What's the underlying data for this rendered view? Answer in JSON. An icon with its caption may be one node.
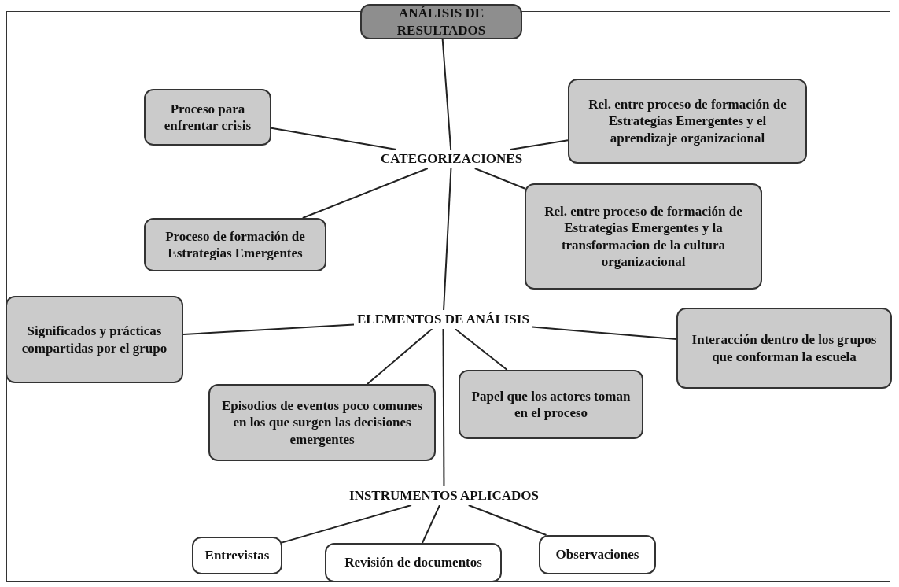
{
  "diagram": {
    "nodes": [
      {
        "text": [
          "ANÁLISIS DE RESULTADOS"
        ]
      },
      {
        "text": [
          "CATEGORIZACIONES"
        ]
      },
      {
        "text": [
          "Proceso para enfrentar crisis"
        ]
      },
      {
        "text": [
          "Rel. entre proceso de formación de Estrategias Emergentes y el aprendizaje organizacional"
        ]
      },
      {
        "text": [
          "Proceso de formación de Estrategias Emergentes"
        ]
      },
      {
        "text": [
          "Rel. entre proceso de formación de Estrategias Emergentes y la transformacion de la cultura organizacional"
        ]
      },
      {
        "text": [
          "ELEMENTOS DE ANÁLISIS"
        ]
      },
      {
        "text": [
          "Significados y prácticas compartidas por el grupo"
        ]
      },
      {
        "text": [
          "Interacción dentro de los grupos que conforman la escuela"
        ]
      },
      {
        "text": [
          "Episodios de eventos poco comunes en los que surgen las decisiones emergentes"
        ]
      },
      {
        "text": [
          "Papel que los actores toman en el proceso"
        ]
      },
      {
        "text": [
          "INSTRUMENTOS APLICADOS"
        ]
      },
      {
        "text": [
          "Entrevistas"
        ]
      },
      {
        "text": [
          "Revisión de documentos"
        ]
      },
      {
        "text": [
          "Observaciones"
        ]
      }
    ],
    "edges": [
      {
        "from": 0,
        "to": 1,
        "arrow": "none"
      },
      {
        "from": 1,
        "to": 6,
        "arrow": "none"
      },
      {
        "from": 6,
        "to": 11,
        "arrow": "none"
      },
      {
        "from": 1,
        "to": 2,
        "arrow": "none"
      },
      {
        "from": 1,
        "to": 3,
        "arrow": "none"
      },
      {
        "from": 1,
        "to": 4,
        "arrow": "none"
      },
      {
        "from": 1,
        "to": 5,
        "arrow": "none"
      },
      {
        "from": 6,
        "to": 7,
        "arrow": "none"
      },
      {
        "from": 6,
        "to": 8,
        "arrow": "none"
      },
      {
        "from": 6,
        "to": 9,
        "arrow": "none"
      },
      {
        "from": 6,
        "to": 10,
        "arrow": "none"
      },
      {
        "from": 11,
        "to": 12,
        "arrow": "none"
      },
      {
        "from": 11,
        "to": 13,
        "arrow": "none"
      },
      {
        "from": 11,
        "to": 14,
        "arrow": "none"
      }
    ]
  }
}
